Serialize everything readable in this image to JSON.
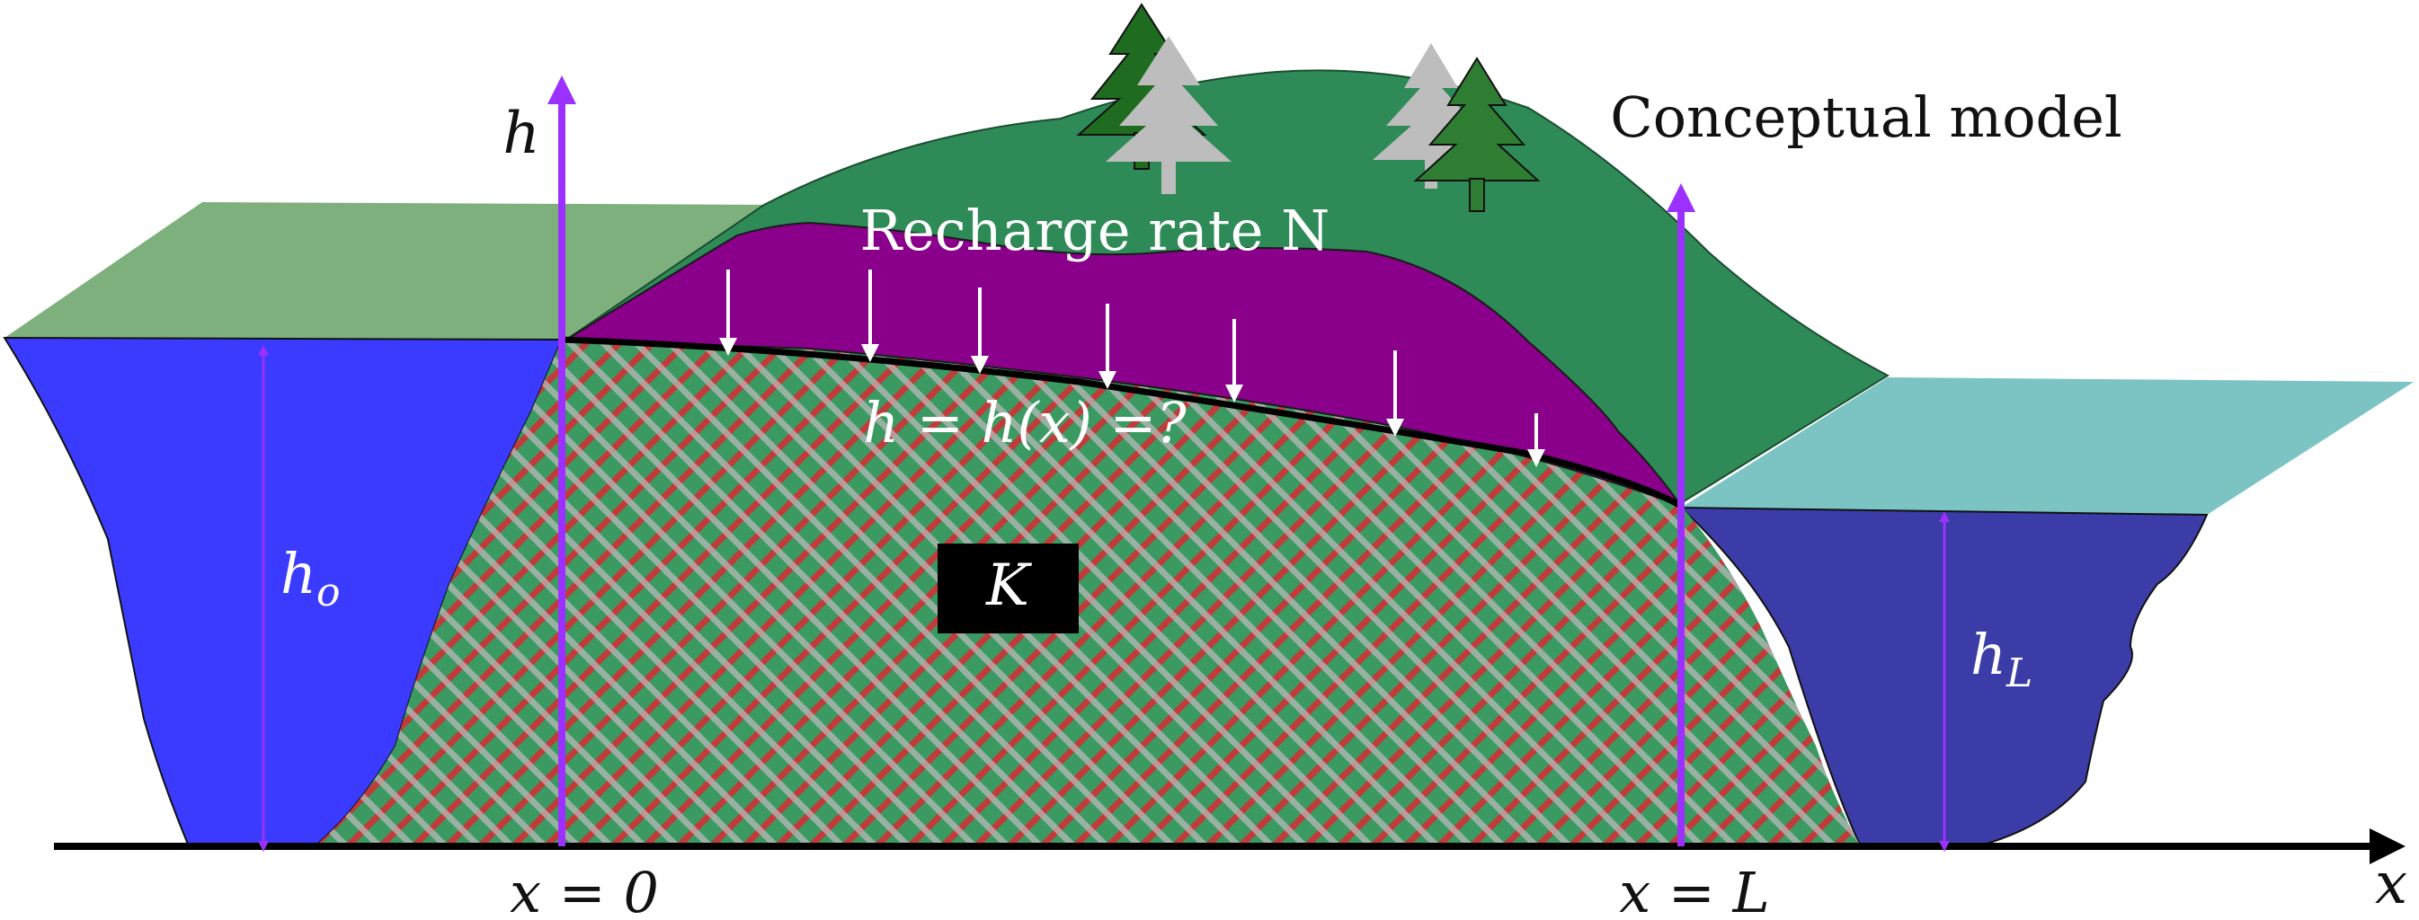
{
  "title": "Conceptual model",
  "labels": {
    "h_axis": "h",
    "x_axis": "x",
    "x_zero": "x = 0",
    "x_L": "x = L",
    "recharge_label": "Recharge rate N",
    "unknown_head": "h = h(x) =?",
    "conductivity": "K",
    "h_left": "h",
    "h_left_sub": "o",
    "h_right": "h",
    "h_right_sub": "L"
  },
  "colors": {
    "left_water": "#3b3bff",
    "left_water_surface": "#7db07d",
    "right_water": "#3c3ca8",
    "right_water_surface": "#7cc4c4",
    "hill": "#2e8b57",
    "recharge_zone": "#8b008b",
    "aquifer_green": "#3a9a62",
    "aquifer_hatch": "#cc3333",
    "axis_arrow": "#9b30ff",
    "tree_dark": "#2e7d32",
    "tree_gray": "#bdbdbd"
  },
  "icons": {
    "trees": "pine-tree-icon",
    "recharge": "down-arrow-icon"
  }
}
